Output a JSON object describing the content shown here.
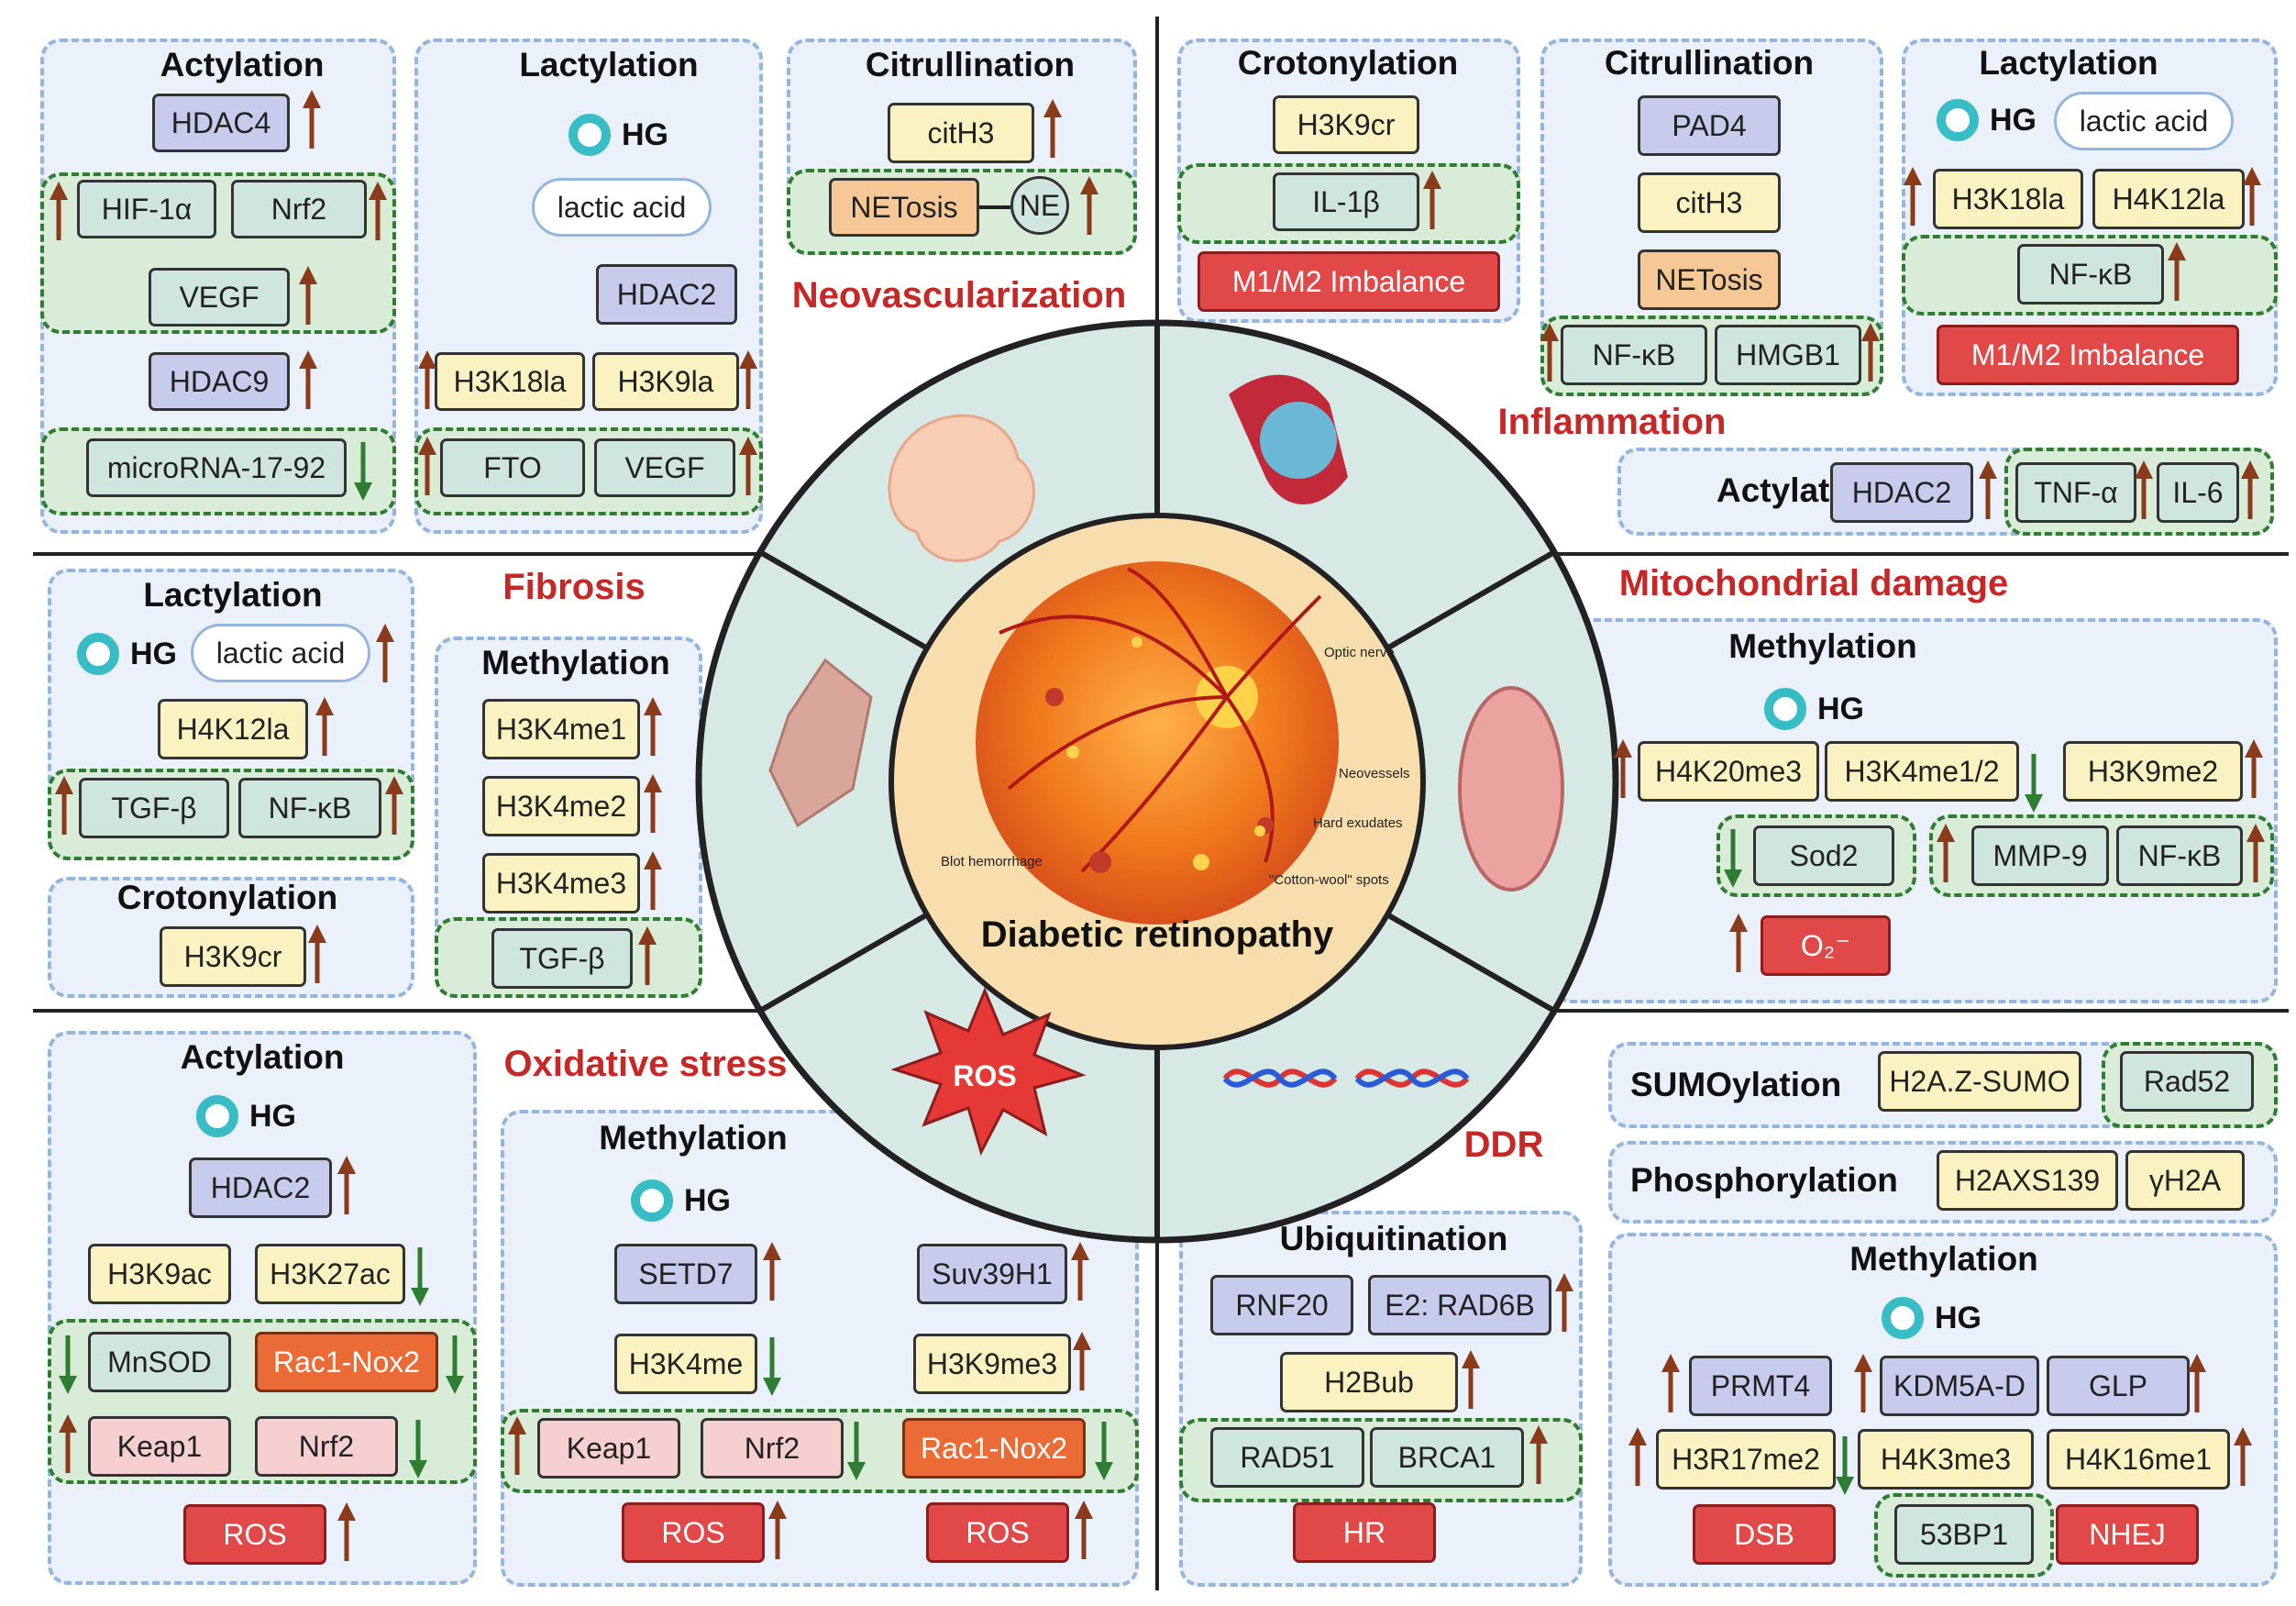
{
  "colors": {
    "title_red": "#c62828",
    "panel_bg": "#eaf1fa",
    "panel_border": "#94b6de",
    "group_bg": "#d8ecd8",
    "group_border": "#2e7d32",
    "up_arrow": "#8b3a1a",
    "down_arrow": "#2e7d32",
    "ring": "#38bdc6"
  },
  "labels": {
    "neovascularization": "Neovascularization",
    "inflammation": "Inflammation",
    "fibrosis": "Fibrosis",
    "mito": "Mitochondrial damage",
    "oxidative": "Oxidative stress",
    "ddr": "DDR",
    "center_title": "Diabetic retinopathy",
    "ros_burst": "ROS",
    "optic_nerve": "Optic nerve",
    "neovessels": "Neovessels",
    "hard_exudates": "Hard exudates",
    "blot": "Blot hemorrhage",
    "cotton": "\"Cotton-wool\" spots",
    "acetylation": "Actylation",
    "lactylation": "Lactylation",
    "citrullination": "Citrullination",
    "crotonylation": "Crotonylation",
    "methylation": "Methylation",
    "sumoylation": "SUMOylation",
    "phosphorylation": "Phosphorylation",
    "ubiquitination": "Ubiquitination",
    "hg": "HG",
    "lactic_acid": "lactic acid",
    "HDAC4": "HDAC4",
    "HIF1a": "HIF-1α",
    "Nrf2": "Nrf2",
    "VEGF": "VEGF",
    "HDAC9": "HDAC9",
    "microRNA": "microRNA-17-92",
    "HDAC2": "HDAC2",
    "H3K18la": "H3K18la",
    "H3K9la": "H3K9la",
    "FTO": "FTO",
    "citH3": "citH3",
    "NETosis": "NETosis",
    "NE": "NE",
    "H3K9cr": "H3K9cr",
    "IL1b": "IL-1β",
    "M1M2": "M1/M2 Imbalance",
    "PAD4": "PAD4",
    "NFkB": "NF-κB",
    "HMGB1": "HMGB1",
    "H4K12la": "H4K12la",
    "TNFa": "TNF-α",
    "IL6": "IL-6",
    "TGFb": "TGF-β",
    "H3K4me1": "H3K4me1",
    "H3K4me2": "H3K4me2",
    "H3K4me3": "H3K4me3",
    "H4K20me3": "H4K20me3",
    "H3K4me12": "H3K4me1/2",
    "H3K9me2": "H3K9me2",
    "Sod2": "Sod2",
    "MMP9": "MMP-9",
    "O2": "O₂⁻",
    "H3K9ac": "H3K9ac",
    "H3K27ac": "H3K27ac",
    "MnSOD": "MnSOD",
    "Rac1Nox2": "Rac1-Nox2",
    "Keap1": "Keap1",
    "ROS": "ROS",
    "SETD7": "SETD7",
    "Suv39H1": "Suv39H1",
    "H3K4me": "H3K4me",
    "H3K9me3": "H3K9me3",
    "RNF20": "RNF20",
    "E2RAD6B": "E2: RAD6B",
    "H2Bub": "H2Bub",
    "RAD51": "RAD51",
    "BRCA1": "BRCA1",
    "HR": "HR",
    "H2AZSUMO": "H2A.Z-SUMO",
    "Rad52": "Rad52",
    "H2AXS139": "H2AXS139",
    "yH2A": "γH2A",
    "PRMT4": "PRMT4",
    "KDM5AD": "KDM5A-D",
    "GLP": "GLP",
    "H3R17me2": "H3R17me2",
    "H4K3me3": "H4K3me3",
    "H4K16me1": "H4K16me1",
    "DSB": "DSB",
    "BP53": "53BP1",
    "NHEJ": "NHEJ"
  }
}
